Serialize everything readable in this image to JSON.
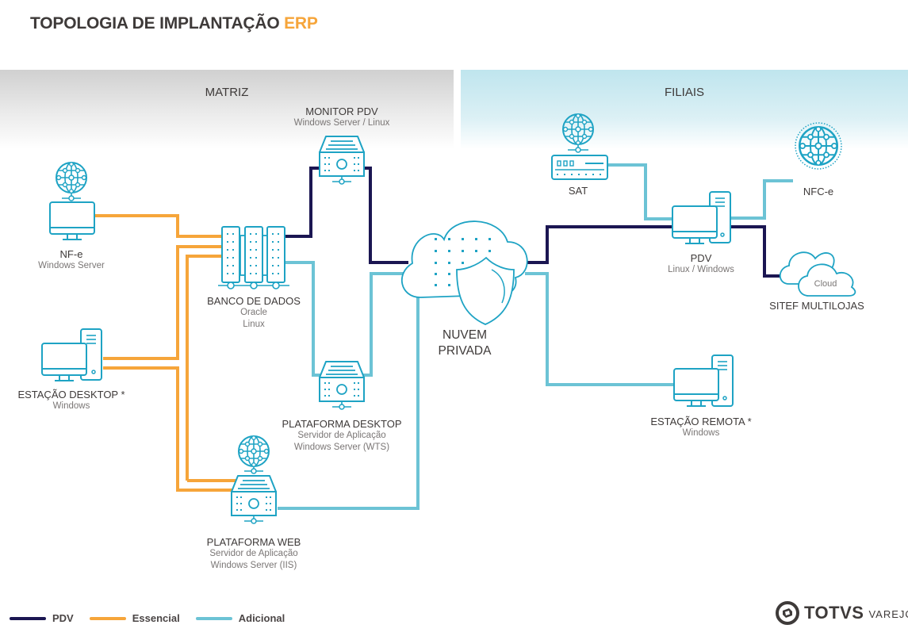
{
  "title": {
    "main": "TOPOLOGIA DE IMPLANTAÇÃO",
    "accent": "ERP"
  },
  "colors": {
    "pdv": "#1b1652",
    "essencial": "#f6a53a",
    "adicional": "#6cc3d5",
    "icon": "#1ea3c4"
  },
  "sections": {
    "matriz": "MATRIZ",
    "filiais": "FILIAIS"
  },
  "nodes": {
    "monitor_pdv": {
      "name": "MONITOR PDV",
      "sub": [
        "Windows Server / Linux"
      ]
    },
    "nfe": {
      "name": "NF-e",
      "sub": [
        "Windows Server"
      ]
    },
    "banco_dados": {
      "name": "BANCO DE DADOS",
      "sub": [
        "Oracle",
        "Linux"
      ]
    },
    "estacao_desktop": {
      "name": "ESTAÇÃO DESKTOP *",
      "sub": [
        "Windows"
      ]
    },
    "plataforma_desktop": {
      "name": "PLATAFORMA DESKTOP",
      "sub": [
        "Servidor de Aplicação",
        "Windows Server (WTS)"
      ]
    },
    "plataforma_web": {
      "name": "PLATAFORMA WEB",
      "sub": [
        "Servidor de Aplicação",
        "Windows Server (IIS)"
      ]
    },
    "nuvem_privada": {
      "name": [
        "NUVEM",
        "PRIVADA"
      ]
    },
    "sat": {
      "name": "SAT"
    },
    "nfce": {
      "name": "NFC-e"
    },
    "pdv": {
      "name": "PDV",
      "sub": [
        "Linux / Windows"
      ]
    },
    "sitef": {
      "name": "SITEF MULTILOJAS",
      "cloud_text": "Cloud"
    },
    "estacao_remota": {
      "name": "ESTAÇÃO REMOTA *",
      "sub": [
        "Windows"
      ]
    }
  },
  "legend": [
    {
      "label": "PDV",
      "color": "#1b1652"
    },
    {
      "label": "Essencial",
      "color": "#f6a53a"
    },
    {
      "label": "Adicional",
      "color": "#6cc3d5"
    }
  ],
  "logo": {
    "brand": "TOTVS",
    "sub": "VAREJO"
  }
}
